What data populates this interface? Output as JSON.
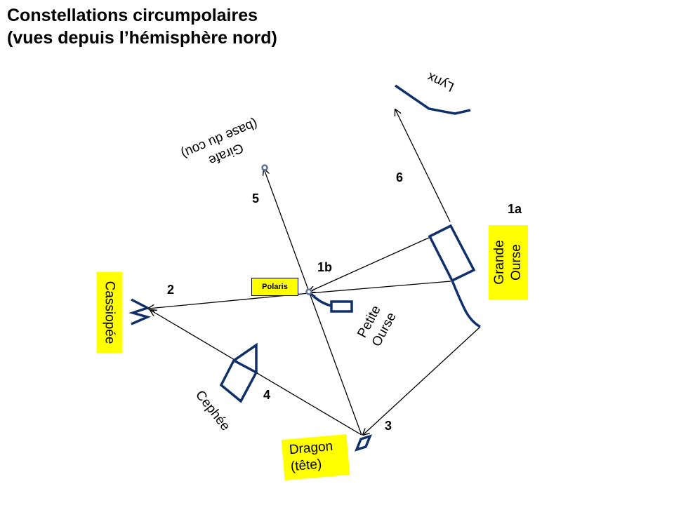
{
  "title": {
    "line1": "Constellations circumpolaires",
    "line2": "(vues depuis l’hémisphère nord)"
  },
  "labels": {
    "polaris": "Polaris",
    "cassiopee": "Cassiopée",
    "grande_ourse_1": "Grande",
    "grande_ourse_2": "Ourse",
    "petite_ourse_1": "Petite",
    "petite_ourse_2": "Ourse",
    "dragon_1": "Dragon",
    "dragon_2": "(tête)",
    "cephee": "Cephée",
    "girafe_1": "Girafe",
    "girafe_2": "(base du cou)",
    "lynx": "Lynx"
  },
  "numbers": {
    "n1a": "1a",
    "n1b": "1b",
    "n2": "2",
    "n3": "3",
    "n4": "4",
    "n5": "5",
    "n6": "6"
  },
  "colors": {
    "constellation": "#10306a",
    "highlight": "#ffff00",
    "arrow": "#000000"
  }
}
